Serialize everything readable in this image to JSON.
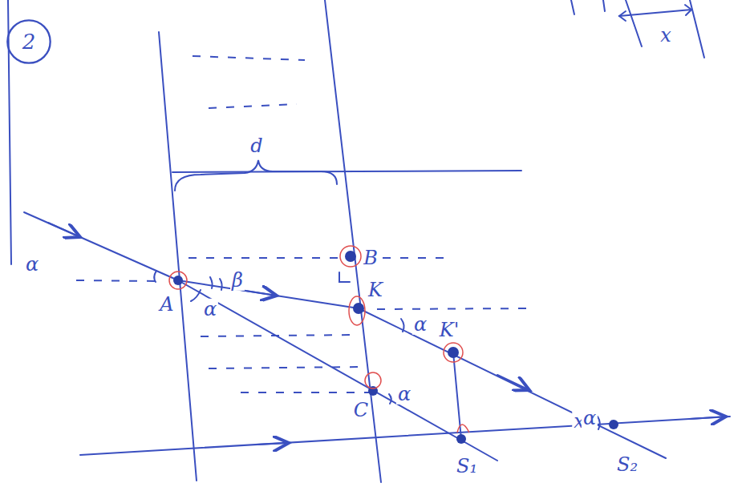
{
  "diagram": {
    "nodes": [
      {
        "text": [
          "2"
        ]
      }
    ],
    "labels": [
      "d",
      "B",
      "A",
      "K",
      "K'",
      "C",
      "S₁",
      "S₂",
      "α",
      "β",
      "α",
      "α",
      "α",
      "x",
      "α",
      "x"
    ]
  }
}
